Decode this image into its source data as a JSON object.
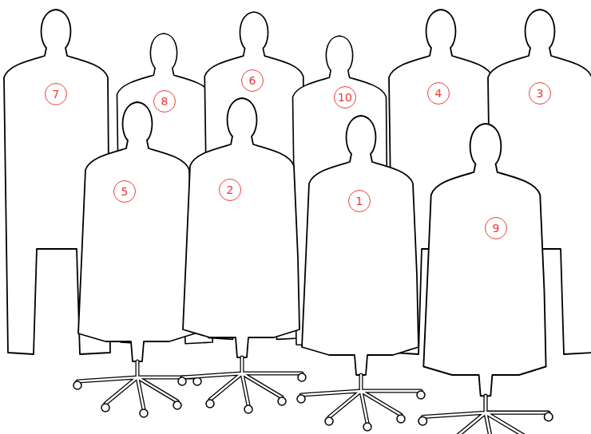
{
  "diagram": {
    "labels": [
      "7",
      "8",
      "6",
      "10",
      "4",
      "3",
      "5",
      "2",
      "1",
      "9"
    ]
  }
}
